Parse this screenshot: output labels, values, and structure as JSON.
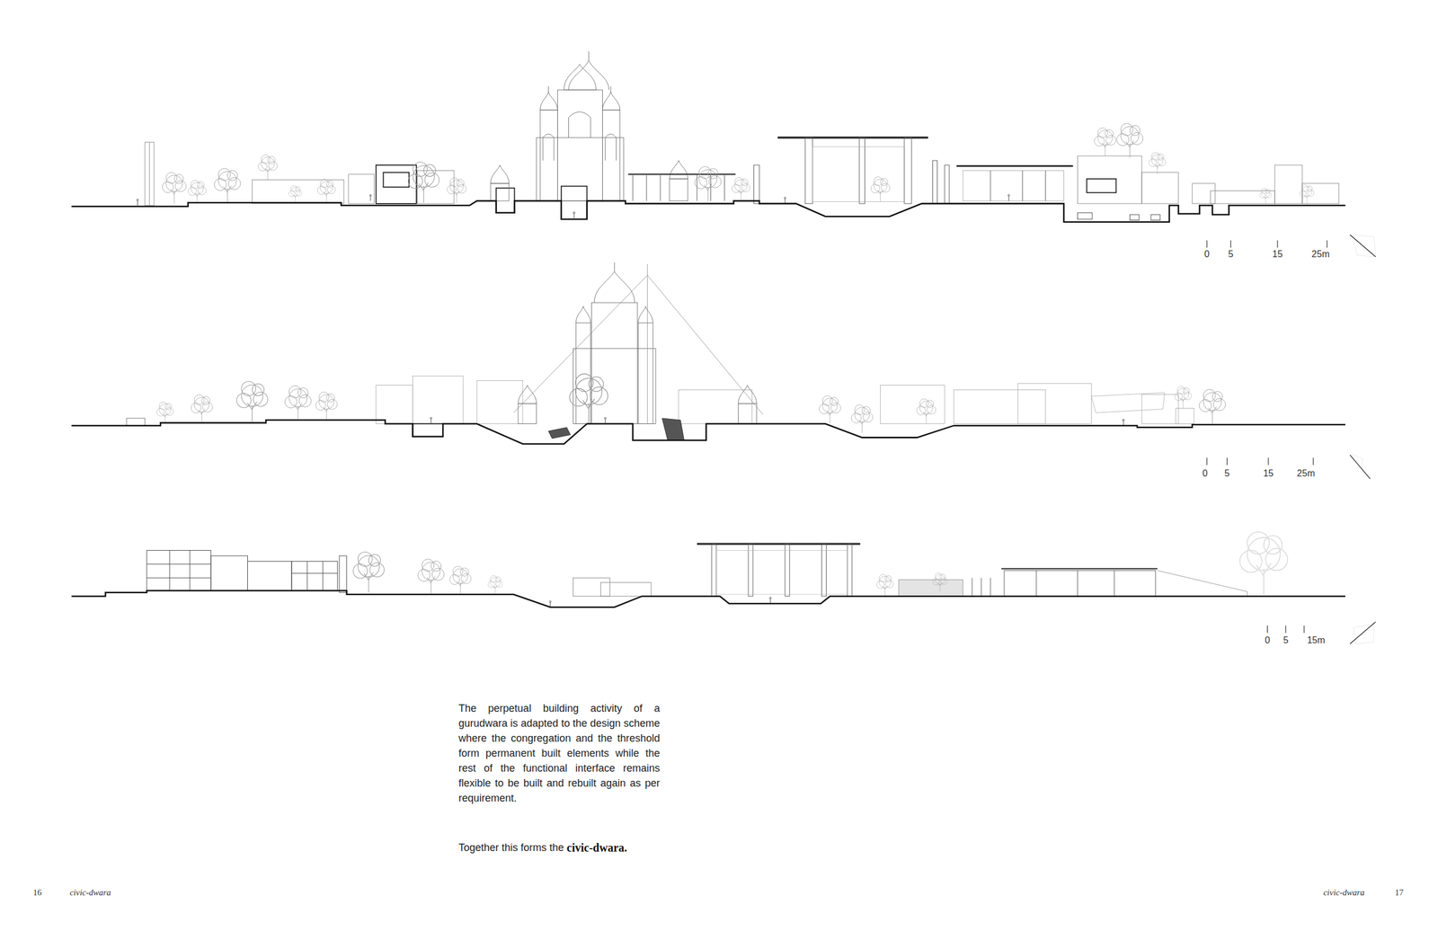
{
  "diagram": {
    "labels": [
      "0",
      "5",
      "15",
      "25m",
      "0",
      "5",
      "15",
      "25m",
      "0",
      "5",
      "15m",
      "The perpetual building activity of a gurudwara is adapted to the design scheme where the congregation and the threshold form permanent built elements while the rest of the functional interface remains flexible to be built and rebuilt again as per requirement.",
      "Together this forms the",
      "civic-dwara.",
      "16",
      "civic-dwara",
      "civic-dwara",
      "17"
    ]
  }
}
